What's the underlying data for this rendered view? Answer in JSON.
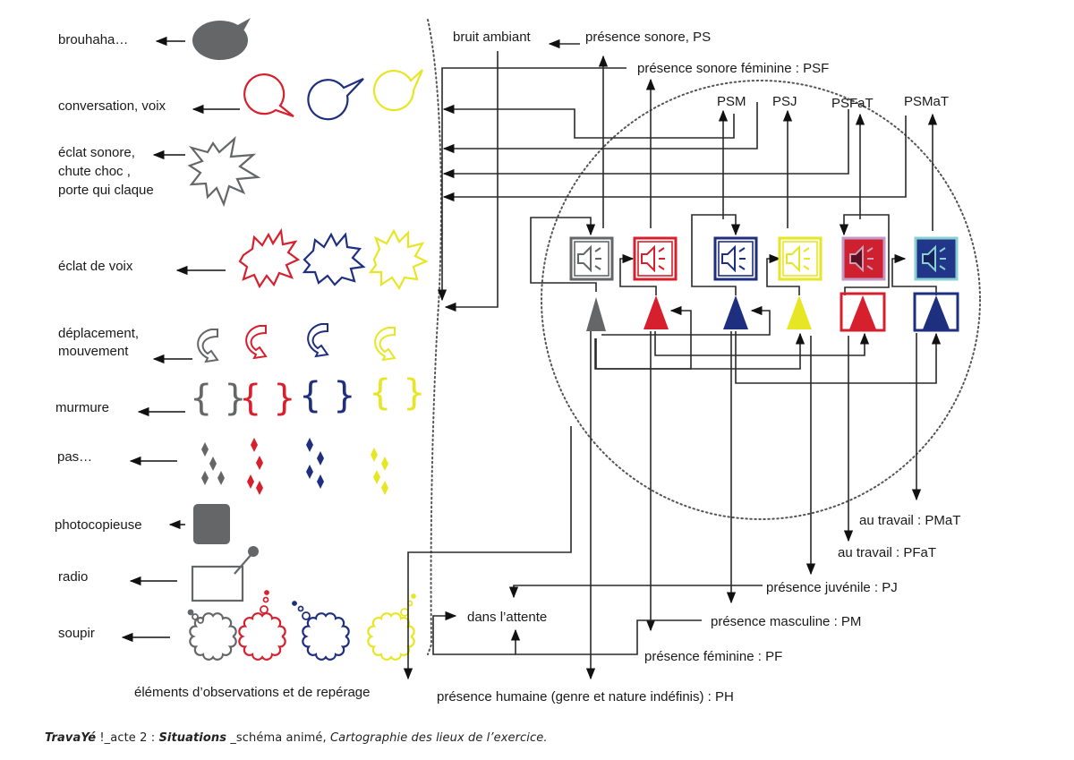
{
  "colors": {
    "grey": "#646668",
    "red": "#d6202e",
    "blue": "#1f2f80",
    "yellow": "#e7e624",
    "dark_red_fill": "#cf2030",
    "pink_frame": "#c39ac7",
    "teal_frame": "#8ad0d2",
    "blue_fill": "#223689",
    "wire": "#2a2a2a"
  },
  "legend": {
    "items": [
      {
        "id": "brouhaha",
        "label": "brouhaha…",
        "icon": "speech-bubble-filled-icon",
        "colors": [
          "grey"
        ]
      },
      {
        "id": "conversation",
        "label": "conversation, voix",
        "icon": "speech-bubble-icon",
        "colors": [
          "red",
          "blue",
          "yellow"
        ]
      },
      {
        "id": "eclat-sonore",
        "label_lines": [
          "éclat sonore,",
          "chute choc ,",
          "porte qui claque"
        ],
        "icon": "starburst-icon",
        "colors": [
          "grey"
        ]
      },
      {
        "id": "eclat-voix",
        "label": "éclat de voix",
        "icon": "jagged-burst-icon",
        "colors": [
          "red",
          "blue",
          "yellow"
        ]
      },
      {
        "id": "deplacement",
        "label_lines": [
          "déplacement,",
          "mouvement"
        ],
        "icon": "curved-arrow-icon",
        "colors": [
          "grey",
          "red",
          "blue",
          "yellow"
        ]
      },
      {
        "id": "murmure",
        "label": "murmure",
        "icon": "braces-icon",
        "colors": [
          "grey",
          "red",
          "blue",
          "yellow"
        ]
      },
      {
        "id": "pas",
        "label": "pas…",
        "icon": "footsteps-diamonds-icon",
        "colors": [
          "grey",
          "red",
          "blue",
          "yellow"
        ]
      },
      {
        "id": "photocopieuse",
        "label": "photocopieuse",
        "icon": "photocopier-square-icon",
        "colors": [
          "grey"
        ]
      },
      {
        "id": "radio",
        "label": "radio",
        "icon": "radio-antenna-icon",
        "colors": [
          "grey"
        ]
      },
      {
        "id": "soupir",
        "label": "soupir",
        "icon": "thought-cloud-icon",
        "colors": [
          "grey",
          "red",
          "blue",
          "yellow"
        ]
      }
    ],
    "footer_label": "éléments d’observations et de repérage"
  },
  "diagram": {
    "bruit_ambiant": "bruit ambiant",
    "ps": "présence sonore, PS",
    "psf": "présence sonore féminine : PSF",
    "psm": "PSM",
    "psj": "PSJ",
    "psfat": "PSFaT",
    "psmat": "PSMaT",
    "pmat": "au travail : PMaT",
    "pfat": "au travail : PFaT",
    "pj": "présence juvénile : PJ",
    "pm": "présence masculine : PM",
    "pf": "présence féminine : PF",
    "attente": "dans l’attente",
    "ph": "présence humaine (genre et nature indéfinis) : PH",
    "speakers": [
      {
        "id": "grey",
        "kind": "sound-presence"
      },
      {
        "id": "red",
        "kind": "sound-presence-female"
      },
      {
        "id": "blue",
        "kind": "sound-presence-male"
      },
      {
        "id": "yellow",
        "kind": "sound-presence-youth"
      },
      {
        "id": "red-work",
        "kind": "sound-presence-female-at-work"
      },
      {
        "id": "blue-work",
        "kind": "sound-presence-male-at-work"
      }
    ],
    "presences": [
      {
        "id": "grey",
        "kind": "human-presence"
      },
      {
        "id": "red",
        "kind": "female-presence"
      },
      {
        "id": "blue",
        "kind": "male-presence"
      },
      {
        "id": "yellow",
        "kind": "youth-presence"
      },
      {
        "id": "red-work",
        "kind": "female-at-work"
      },
      {
        "id": "blue-work",
        "kind": "male-at-work"
      }
    ]
  },
  "caption": {
    "title": "TravaYé",
    "part1": " !_acte 2 : ",
    "situations": "Situations",
    "part2": " _schéma animé, ",
    "subtitle": "Cartographie des lieux de l’exercice."
  }
}
